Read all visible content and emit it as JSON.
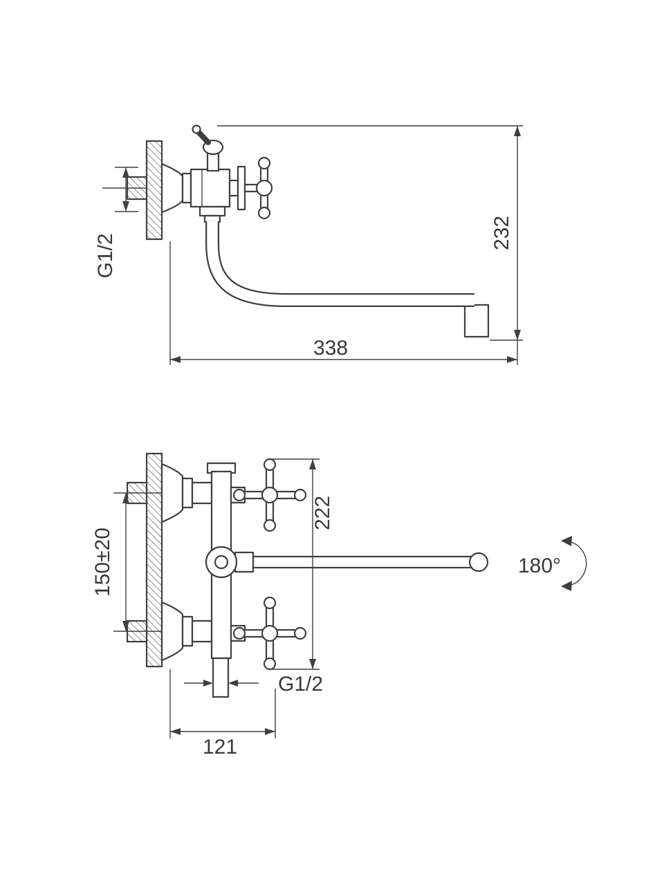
{
  "drawing": {
    "background": "#ffffff",
    "line_color": "#3f3f3f",
    "text_color": "#383838",
    "top_view": {
      "labels": {
        "inlet_thread": "G1/2",
        "overall_height": "232",
        "spout_reach": "338"
      }
    },
    "front_view": {
      "labels": {
        "mounting_centers": "150±20",
        "overall_height": "222",
        "outlet_thread": "G1/2",
        "wall_offset": "121",
        "swivel_angle": "180°"
      }
    }
  }
}
